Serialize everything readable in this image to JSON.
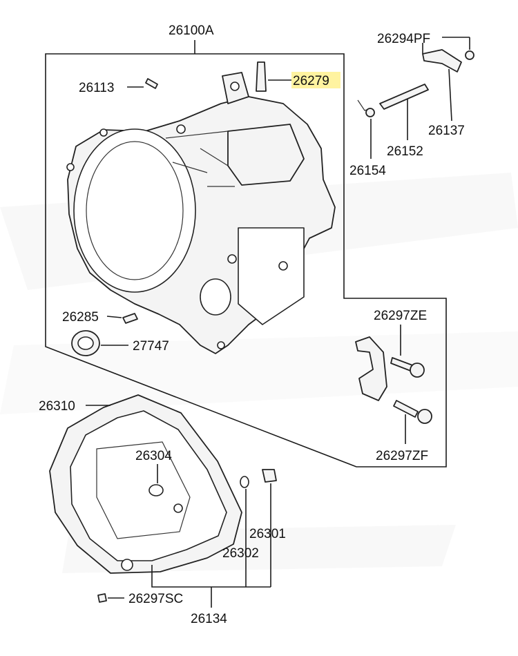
{
  "diagram": {
    "labels": {
      "main_assembly": "26100A",
      "pin": "26113",
      "stud": "26279",
      "bolt_pf": "26294PF",
      "clip": "26137",
      "rod": "26152",
      "retainer": "26154",
      "dowel": "26285",
      "oil_seal": "27747",
      "bolt_ze": "26297ZE",
      "bolt_zf": "26297ZF",
      "oil_pan": "26310",
      "magnet": "26304",
      "drain_plug": "26301",
      "gasket": "26302",
      "bolt_sc": "26297SC",
      "pan_kit": "26134"
    },
    "highlight_color": "#fff3a0"
  }
}
